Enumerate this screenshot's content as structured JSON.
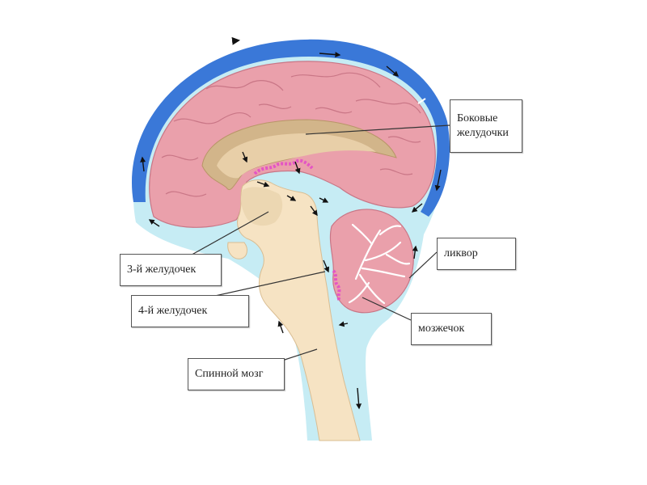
{
  "labels": {
    "lateral_ventricles": "Боковые\nжелудочки",
    "third_ventricle": "3-й желудочек",
    "fourth_ventricle": "4-й желудочек",
    "csf": "ликвор",
    "cerebellum": "мозжечок",
    "spinal_cord": "Спинной мозг"
  },
  "colors": {
    "background": "#ffffff",
    "subarachnoid_space": "#c6ecf4",
    "dural_sinus": "#3a78d8",
    "cerebrum": "#eaa0ab",
    "gyri_lines": "#c97686",
    "ventricles": "#d2b58a",
    "brainstem": "#f6e3c3",
    "choroid_plexus": "#e455c4",
    "arrows": "#111111",
    "leader_lines": "#333333"
  }
}
